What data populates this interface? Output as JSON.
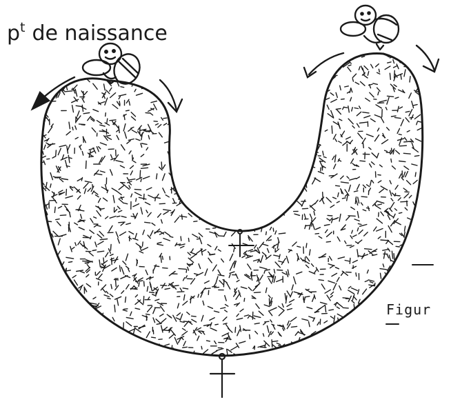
{
  "label": {
    "prefix": "p",
    "superscript": "t",
    "text": "de naissance"
  },
  "caption": "Figur",
  "colors": {
    "ink": "#1a1a1a",
    "paper": "#ffffff"
  }
}
